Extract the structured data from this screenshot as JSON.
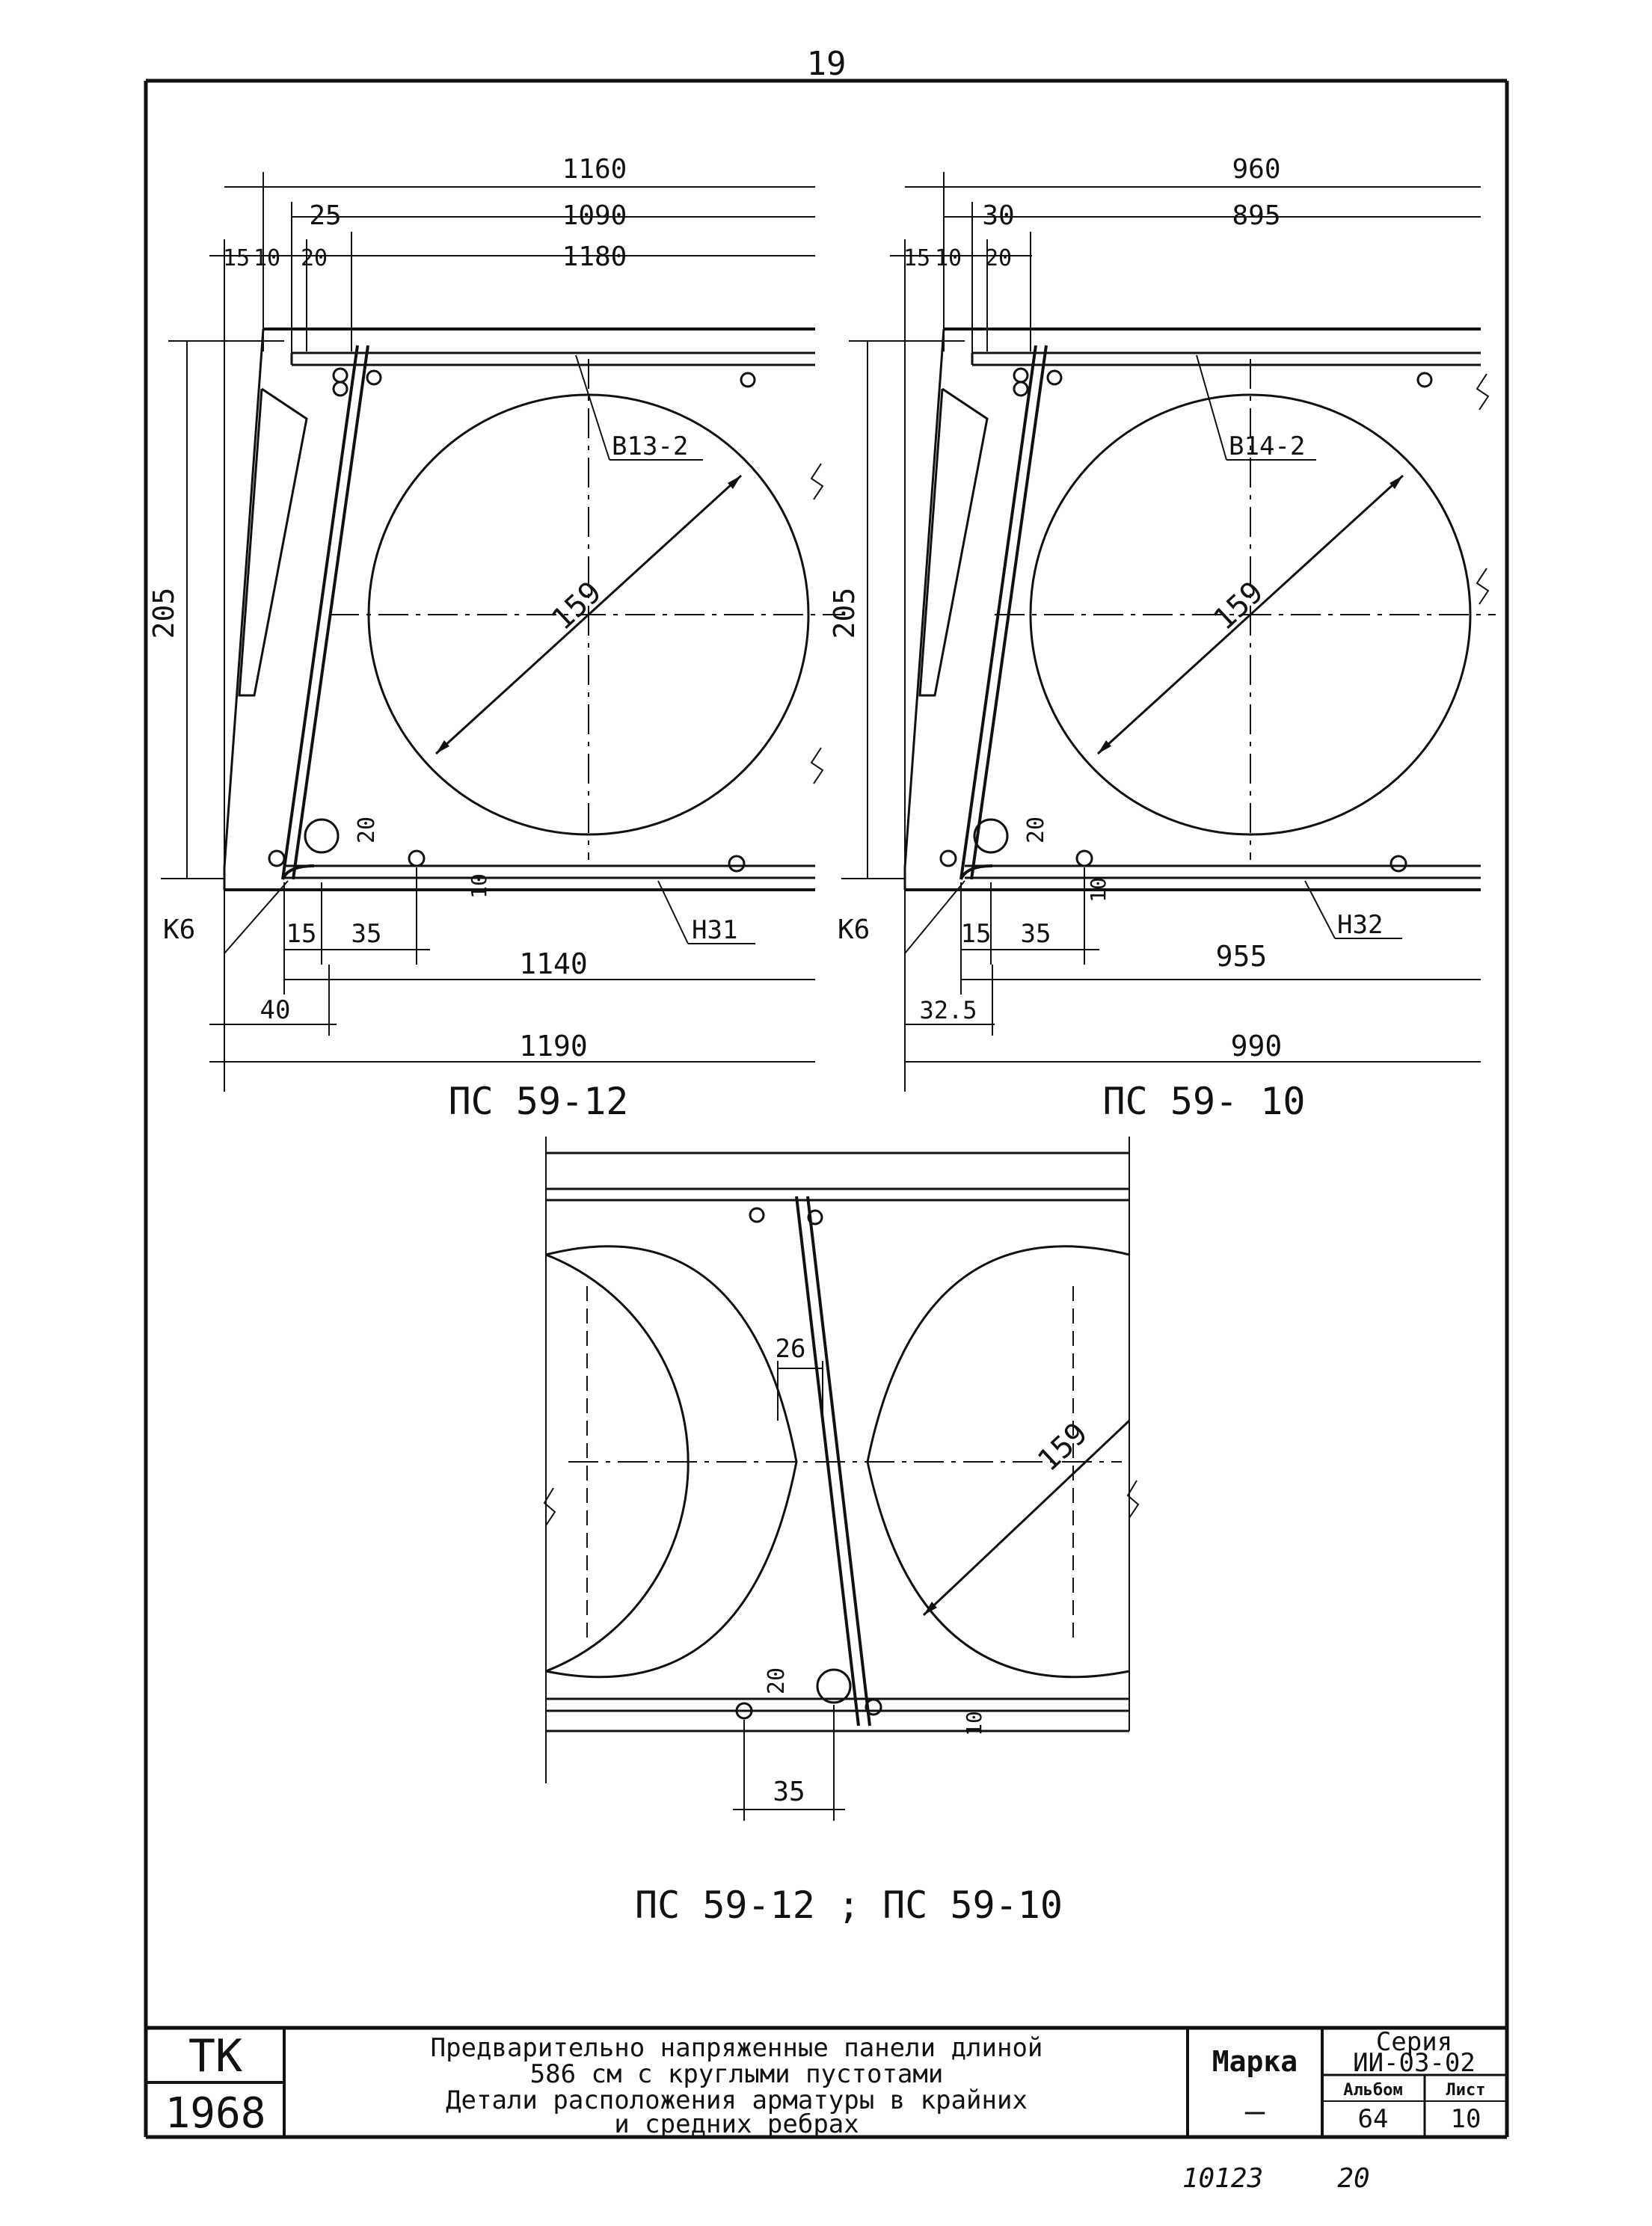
{
  "page_number": "19",
  "left_detail": {
    "dim_top_1": "1160",
    "dim_top_2a": "25",
    "dim_top_2b": "1090",
    "dim_top_3a": "15",
    "dim_top_3b": "10",
    "dim_top_3c": "20",
    "dim_top_3d": "1180",
    "height": "205",
    "diameter": "159",
    "bar_top": "В13-2",
    "bar_bottom": "Н31",
    "clamp": "К6",
    "dim_20": "20",
    "dim_10": "10",
    "dim_b_15": "15",
    "dim_b_35": "35",
    "dim_b_1140": "1140",
    "dim_b_40": "40",
    "dim_b_1190": "1190",
    "caption": "ПС 59-12"
  },
  "right_detail": {
    "dim_top_1": "960",
    "dim_top_2a": "30",
    "dim_top_2b": "895",
    "dim_top_3a": "15",
    "dim_top_3b": "10",
    "dim_top_3c": "20",
    "height": "205",
    "diameter": "159",
    "bar_top": "В14-2",
    "bar_bottom": "Н32",
    "clamp": "К6",
    "dim_20": "20",
    "dim_10": "10",
    "dim_b_15": "15",
    "dim_b_35": "35",
    "dim_b_955": "955",
    "dim_b_32_5": "32.5",
    "dim_b_990": "990",
    "caption": "ПС 59- 10"
  },
  "middle_detail": {
    "dim_26": "26",
    "diameter": "159",
    "dim_20": "20",
    "dim_10": "10",
    "dim_35": "35",
    "caption": "ПС 59-12 ;  ПС 59-10"
  },
  "title_block": {
    "logo": "ТК",
    "year": "1968",
    "title_line1": "Предварительно напряженные панели длиной",
    "title_line2": "586 см с круглыми пустотами",
    "title_line3": "Детали расположения арматуры в крайних",
    "title_line4": "и средних ребрах",
    "marka_label": "Марка",
    "marka_value": "—",
    "series_label": "Серия",
    "series_value": "ИИ-03-02",
    "album_label": "Альбом",
    "album_value": "64",
    "sheet_label": "Лист",
    "sheet_value": "10"
  },
  "footer": {
    "code": "10123",
    "number": "20"
  }
}
